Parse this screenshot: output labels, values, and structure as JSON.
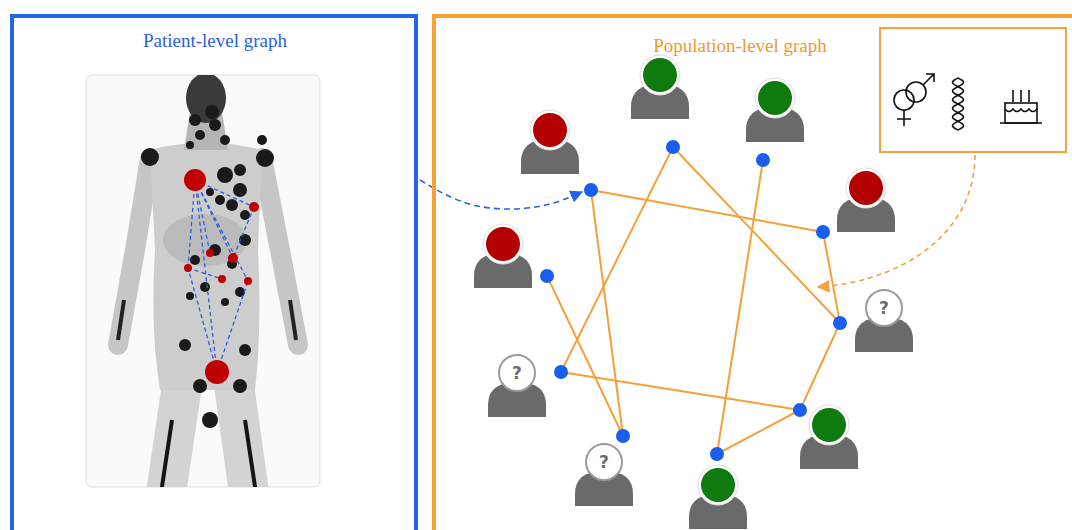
{
  "diagram": {
    "nodes": [
      {
        "text": [
          "Patient-level graph"
        ]
      },
      {
        "text": [
          "Population-level graph"
        ]
      },
      {
        "text": [
          "?"
        ],
        "in": 1
      },
      {
        "text": [
          "?"
        ],
        "in": 1
      },
      {
        "text": [
          "?"
        ],
        "in": 1
      }
    ],
    "edges": [
      {
        "from": 0,
        "to": 1,
        "arrow": "to"
      }
    ]
  }
}
